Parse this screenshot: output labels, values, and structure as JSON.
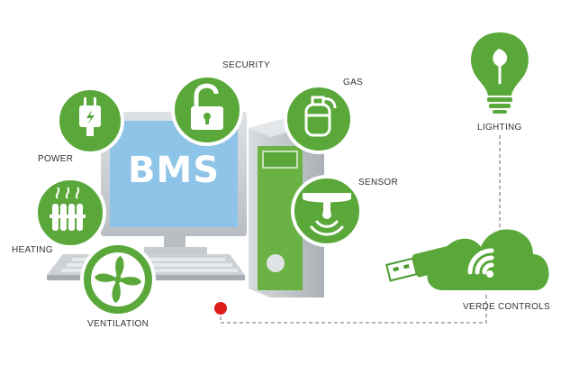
{
  "screen": {
    "title": "BMS"
  },
  "labels": {
    "security": "SECURITY",
    "gas": "GAS",
    "power": "POWER",
    "sensor": "SENSOR",
    "heating": "HEATING",
    "ventilation": "VENTILATION",
    "lighting": "LIGHTING",
    "verde": "VERDE CONTROLS"
  },
  "colors": {
    "green": "#5aa83a",
    "screen": "#8ec4e8",
    "monitor": "#cfd3d7",
    "tower": "#c9cdd1",
    "line": "#8a8a8a",
    "dot": "#e01b1b"
  },
  "icons": [
    "plug-icon",
    "padlock-icon",
    "gas-cylinder-icon",
    "sensor-icon",
    "radiator-icon",
    "fan-icon",
    "lightbulb-leaf-icon",
    "cloud-wifi-icon",
    "usb-plug-icon"
  ]
}
